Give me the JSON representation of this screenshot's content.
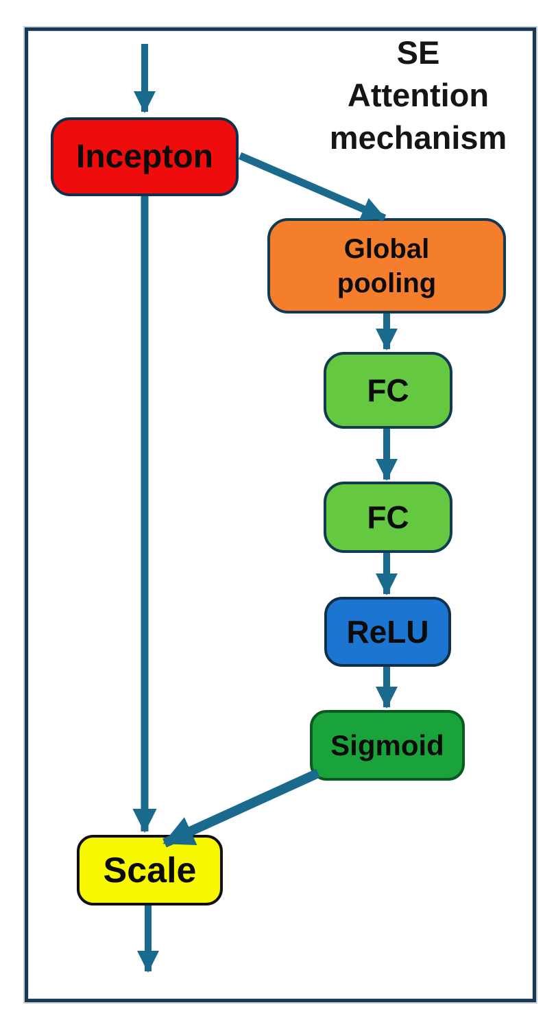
{
  "diagram": {
    "title": "SE\nAttention\nmechanism",
    "nodes": {
      "incepton": {
        "label": "Incepton",
        "fill": "#ee0c0c",
        "border": "#0f3049"
      },
      "global_pooling": {
        "label": "Global\npooling",
        "fill": "#f57e2c",
        "border": "#123a52"
      },
      "fc1": {
        "label": "FC",
        "fill": "#64c941",
        "border": "#123a52"
      },
      "fc2": {
        "label": "FC",
        "fill": "#64c941",
        "border": "#123a52"
      },
      "relu": {
        "label": "ReLU",
        "fill": "#1c76d1",
        "border": "#0f3049"
      },
      "sigmoid": {
        "label": "Sigmoid",
        "fill": "#1aa33b",
        "border": "#0a5a20"
      },
      "scale": {
        "label": "Scale",
        "fill": "#f8f800",
        "border": "#101010"
      }
    },
    "edges": [
      {
        "from": "input",
        "to": "incepton"
      },
      {
        "from": "incepton",
        "to": "global_pooling"
      },
      {
        "from": "incepton",
        "to": "scale"
      },
      {
        "from": "global_pooling",
        "to": "fc1"
      },
      {
        "from": "fc1",
        "to": "fc2"
      },
      {
        "from": "fc2",
        "to": "relu"
      },
      {
        "from": "relu",
        "to": "sigmoid"
      },
      {
        "from": "sigmoid",
        "to": "scale"
      },
      {
        "from": "scale",
        "to": "output"
      }
    ],
    "colors": {
      "arrow": "#1a6a8e",
      "frame_border": "#1b3850",
      "background": "#ffffff",
      "text": "#0b0b0b"
    }
  }
}
